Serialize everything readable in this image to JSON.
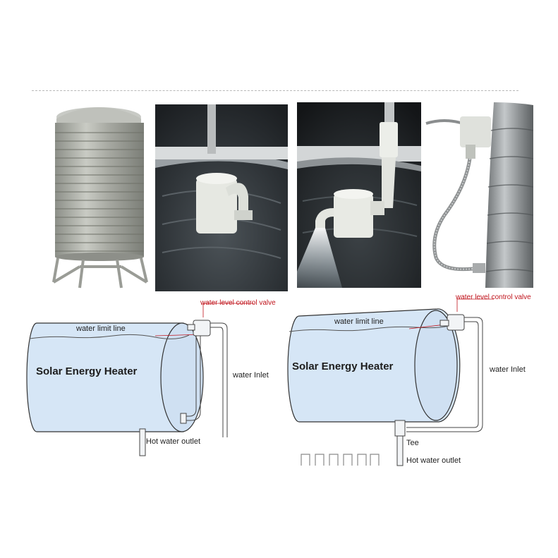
{
  "diagram_left": {
    "heater_label": "Solar Energy Heater",
    "limit_line_label": "water limit line",
    "valve_label": "water level control valve",
    "inlet_label": "water Inlet",
    "outlet_label": "Hot water outlet"
  },
  "diagram_right": {
    "heater_label": "Solar Energy Heater",
    "limit_line_label": "water limit line",
    "valve_label": "water level control valve",
    "inlet_label": "water Inlet",
    "tee_label": "Tee",
    "outlet_label": "Hot water outlet"
  },
  "colors": {
    "tank_fill": "#d6e6f6",
    "tank_stroke": "#333333",
    "valve_red": "#c0141c",
    "pipe": "#e9eef3"
  },
  "icons": [
    "tank-photo",
    "float-valve-photo",
    "water-spray-photo",
    "hose-tank-photo"
  ]
}
